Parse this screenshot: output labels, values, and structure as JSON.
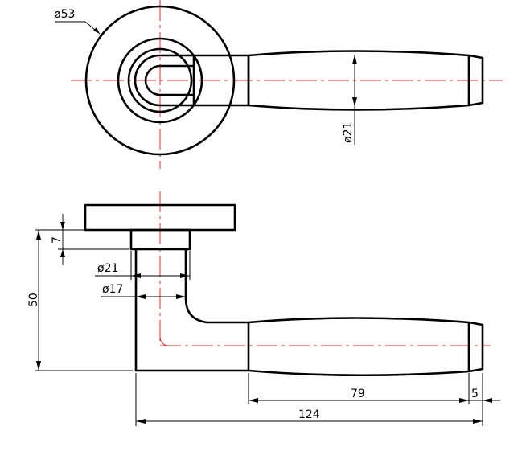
{
  "colors": {
    "outline": "#000000",
    "centerline": "#e0302c",
    "background": "#ffffff"
  },
  "dimensions": {
    "rose_diameter": "ø53",
    "grip_diameter": "ø21",
    "neck_outer_diameter": "ø21",
    "neck_inner_diameter": "ø17",
    "rose_thickness": "7",
    "projection": "50",
    "grip_length": "79",
    "end_cap_length": "5",
    "total_length": "124"
  }
}
